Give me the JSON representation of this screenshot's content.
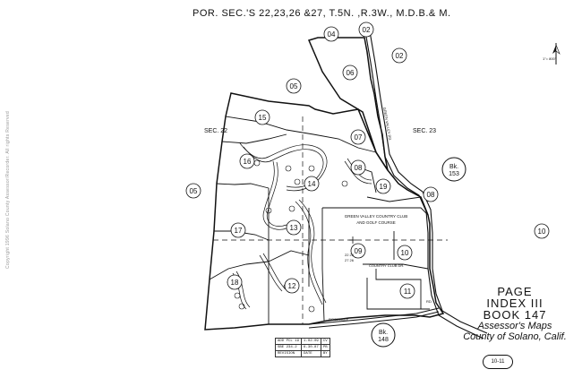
{
  "title": "POR. SEC.'S 22,23,26 &27, T.5N. ,R.3W., M.D.B.& M.",
  "copyright": "Copyright 1996   Solano County Assessor/Recorder.  All rights Reserved",
  "sections": [
    "SEC. 22",
    "SEC. 23"
  ],
  "parcels": [
    "02",
    "04",
    "05",
    "06",
    "07",
    "08",
    "09",
    "10",
    "11",
    "12",
    "13",
    "14",
    "15",
    "16",
    "17",
    "18",
    "19"
  ],
  "book_refs": [
    {
      "label": "Bk.",
      "number": "153"
    },
    {
      "label": "Bk.",
      "number": "148"
    }
  ],
  "map_labels": {
    "golf_course_line1": "GREEN VALLEY COUNTRY CLUB",
    "golf_course_line2": "AND GOLF COURSE",
    "country_club_drive": "COUNTRY  CLUB   DR.",
    "rockville_road": "ROCKVILLE",
    "green_valley_road": "GREEN VALLEY RD.",
    "section_corner_left": "22   23",
    "section_corner_left2": "27   26",
    "road_width": "RD.",
    "north_scale": "1\"= 800'"
  },
  "page_index": {
    "page": "PAGE",
    "index": "INDEX III",
    "book": "BOOK 147",
    "line1": "Assessor's Maps",
    "line2": "County of Solano, Calif."
  },
  "sheet_number": "10-11",
  "revisions": [
    [
      "ADD PCL 19",
      "1-02-09",
      "CV"
    ],
    [
      "SBE 234-2",
      "6-30-87",
      "PB"
    ],
    [
      "REVISION",
      "DATE",
      "BY"
    ]
  ]
}
